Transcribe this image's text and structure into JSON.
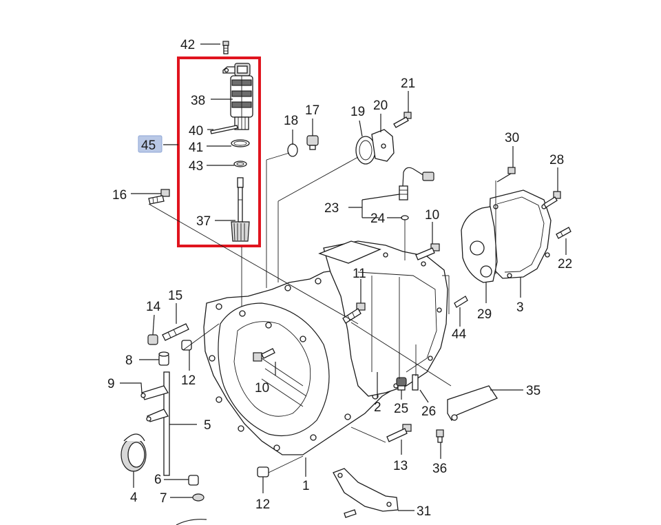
{
  "diagram": {
    "labels": {
      "p42": "42",
      "p38": "38",
      "p40": "40",
      "p45": "45",
      "p41": "41",
      "p43": "43",
      "p37": "37",
      "p16": "16",
      "p18": "18",
      "p17": "17",
      "p19": "19",
      "p20": "20",
      "p21": "21",
      "p23": "23",
      "p24": "24",
      "p10a": "10",
      "p30": "30",
      "p28": "28",
      "p22": "22",
      "p29": "29",
      "p3": "3",
      "p11": "11",
      "p44": "44",
      "p14": "14",
      "p15": "15",
      "p8": "8",
      "p12a": "12",
      "p9": "9",
      "p10b": "10",
      "p2": "2",
      "p25": "25",
      "p26": "26",
      "p35": "35",
      "p5": "5",
      "p13": "13",
      "p36": "36",
      "p6": "6",
      "p4": "4",
      "p7": "7",
      "p12b": "12",
      "p1": "1",
      "p31": "31"
    },
    "highlighted_label": "45",
    "colors": {
      "callout_box": "#e0141e",
      "highlight_fill": "#b9c8e6",
      "line": "#1a1a1a"
    }
  }
}
